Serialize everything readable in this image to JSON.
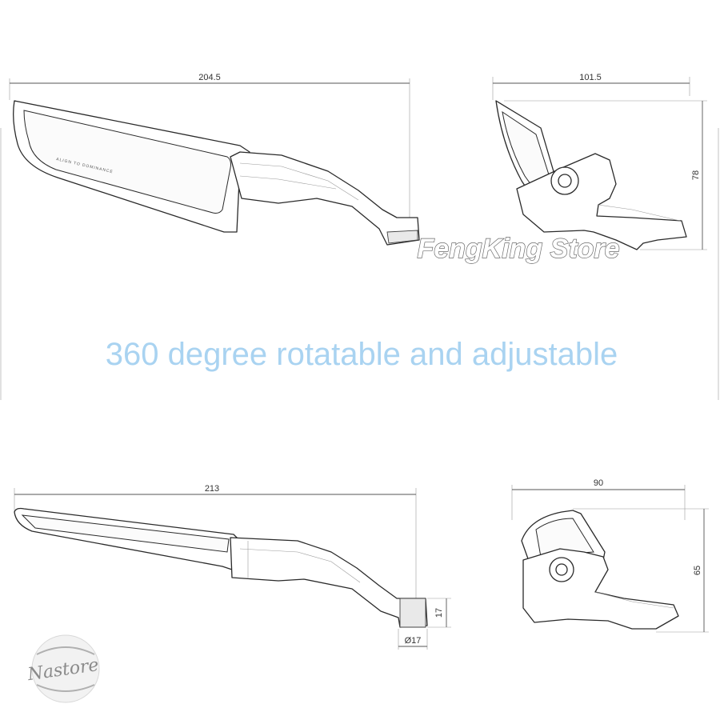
{
  "headline": "360 degree rotatable and adjustable",
  "watermark": "FengKing Store",
  "logo_text": "Nastore",
  "mirror_print": "ALIGN TO DOMINANCE",
  "dimensions": {
    "top_width": "204.5",
    "side_depth": "101.5",
    "side_height": "78",
    "bottom_width": "213",
    "stem_height": "17",
    "stem_diameter": "Ø17",
    "front_width": "90",
    "front_height": "65"
  },
  "colors": {
    "headline": "#a9d3f1",
    "line": "#333333"
  }
}
